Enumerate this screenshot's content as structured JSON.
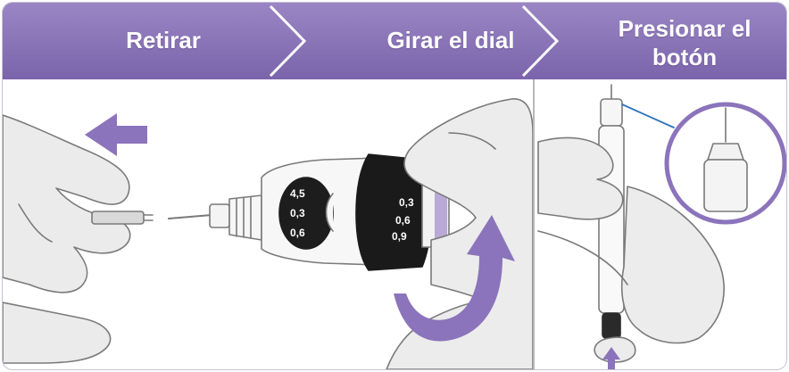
{
  "steps": [
    {
      "label": "Retirar"
    },
    {
      "label": "Girar el dial"
    },
    {
      "label": "Presionar el\nbotón",
      "line1": "Presionar el",
      "line2": "botón"
    }
  ],
  "dial": {
    "window_values": [
      "4,5",
      "0,3",
      "0,6"
    ],
    "side_values": [
      "0,3",
      "0,6",
      "0,9"
    ]
  },
  "colors": {
    "header_purple": "#8a74b6",
    "header_purple_dark": "#6f579f",
    "arrow_purple": "#8b74bb",
    "skin": "#e9e9e9",
    "outline": "#7a7a7a"
  },
  "icons": [
    "left-arrow-icon",
    "rotate-arrow-icon",
    "up-arrow-icon"
  ]
}
